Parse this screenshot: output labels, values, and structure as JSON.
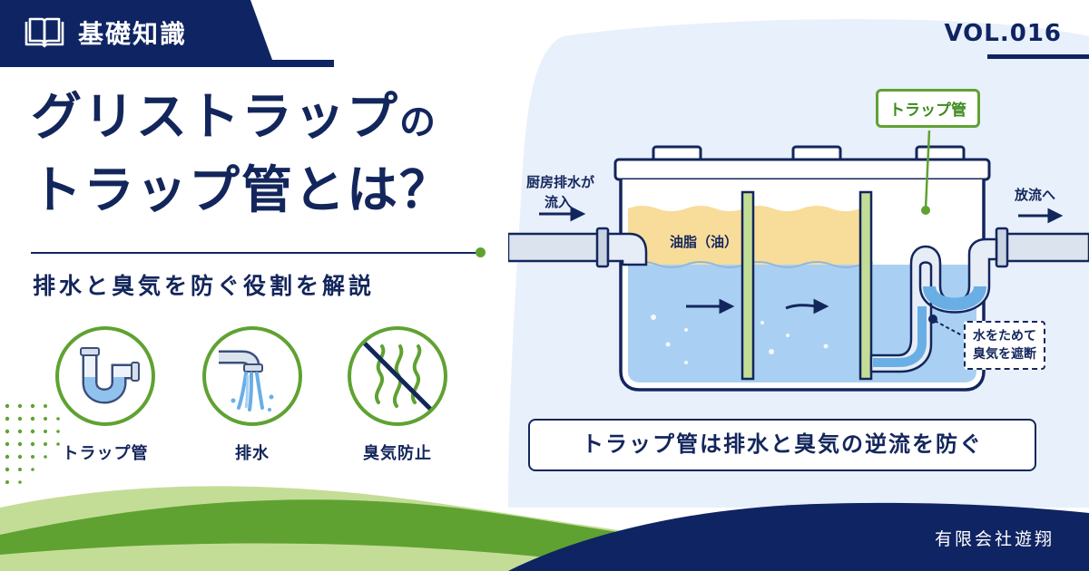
{
  "badge": {
    "label": "基礎知識",
    "icon": "book-icon"
  },
  "volume": "VOL.016",
  "title": {
    "line1_main": "グリストラップ",
    "line1_suffix": "の",
    "line2": "トラップ管とは？"
  },
  "subtitle": "排水と臭気を防ぐ役割を解説",
  "features": [
    {
      "icon": "trap-pipe-icon",
      "label": "トラップ管"
    },
    {
      "icon": "drain-water-icon",
      "label": "排水"
    },
    {
      "icon": "no-odor-icon",
      "label": "臭気防止"
    }
  ],
  "diagram": {
    "inflow_label_1": "厨房排水が",
    "inflow_label_2": "流入",
    "outflow_label": "放流へ",
    "oil_label": "油脂（油）",
    "trap_label": "トラップ管",
    "note_line1": "水をためて",
    "note_line2": "臭気を遮断",
    "summary": "トラップ管は排水と臭気の逆流を防ぐ"
  },
  "company": "有限会社遊翔",
  "colors": {
    "navy": "#13265c",
    "green": "#5fa232",
    "light_green": "#c4dd96",
    "water": "#a9d0f2",
    "oil": "#f8dc9a",
    "bg_blue": "#e8f0fb"
  }
}
